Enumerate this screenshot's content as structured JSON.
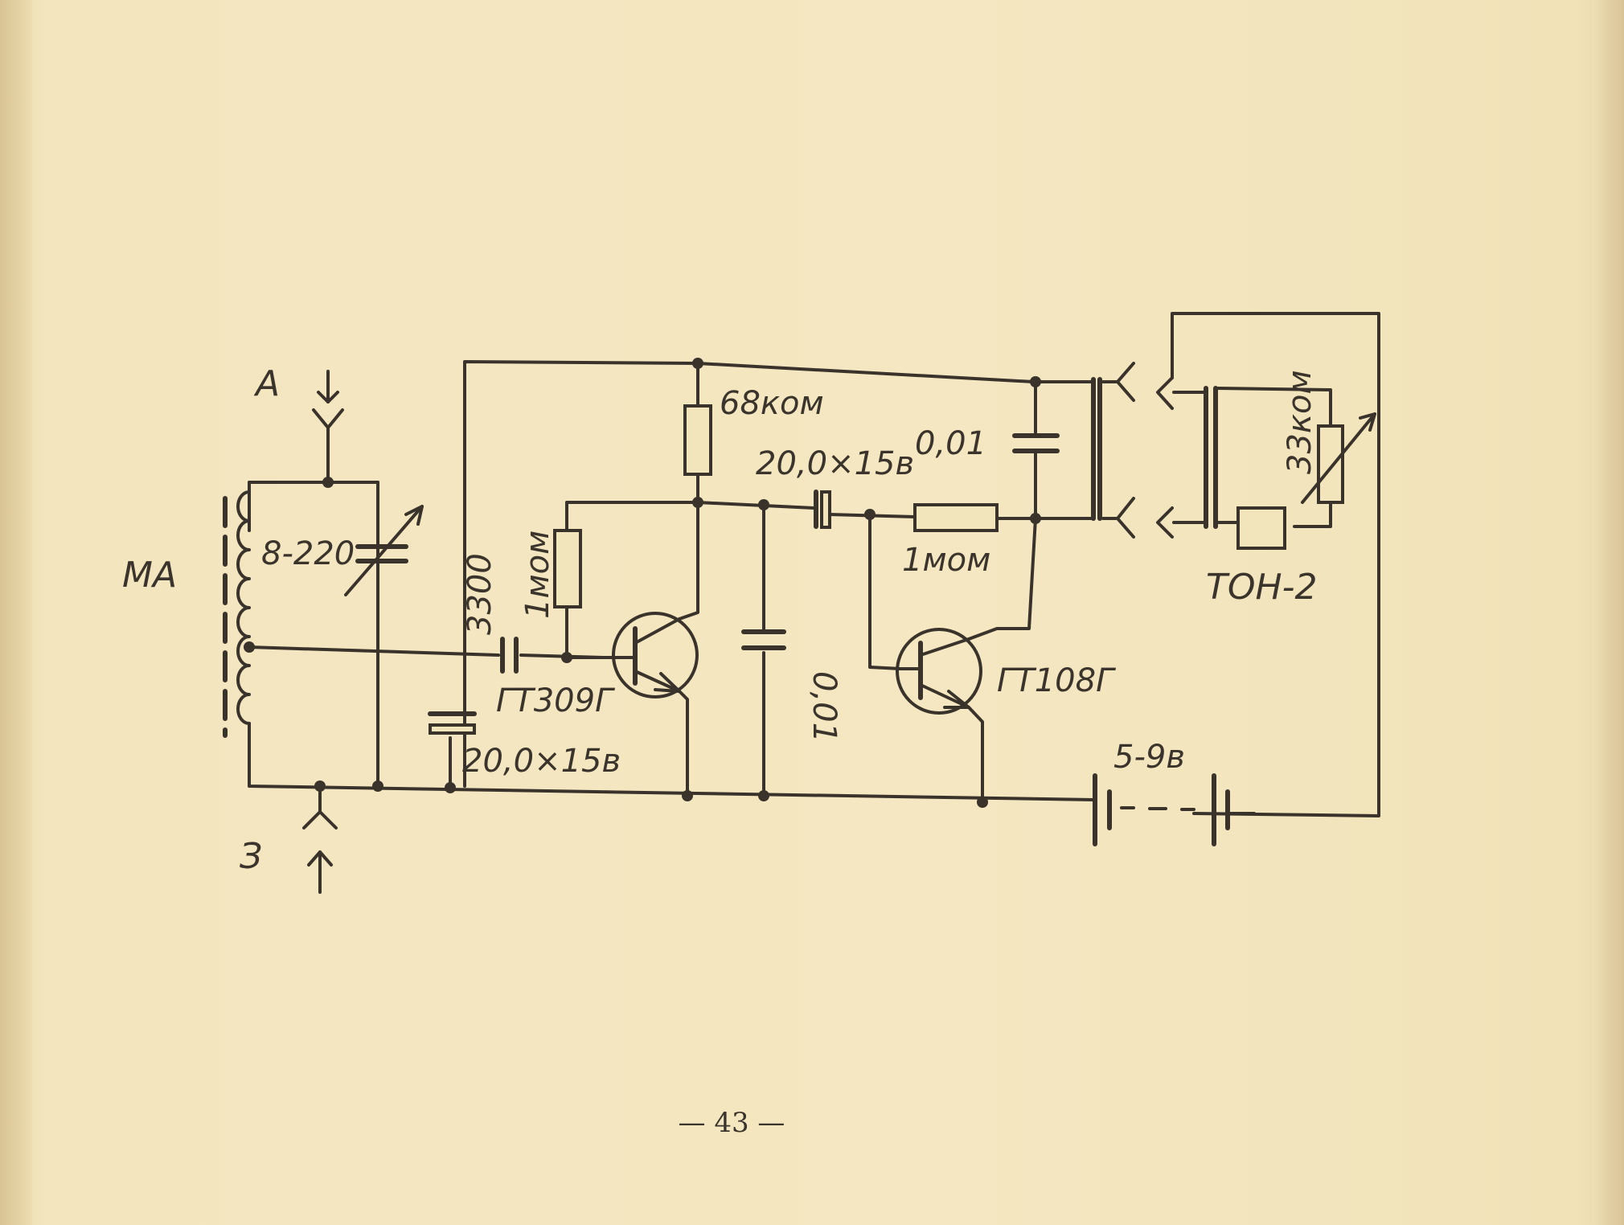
{
  "labels": {
    "antenna": "А",
    "ground": "З",
    "coil": "МА",
    "tuning_cap": "8-220",
    "cap_3300": "3300",
    "bias_res_1": "1мом",
    "transistor_1": "ГТ309Г",
    "cap_filter": "20,0×15в",
    "load_res": "68ком",
    "coupling_cap": "20,0×15в",
    "cap_001_mid": "0,01",
    "bias_res_2": "1мом",
    "cap_001_top": "0,01",
    "transistor_2": "ГТ108Г",
    "battery": "5-9в",
    "volume_res": "33ком",
    "headphones": "ТОН-2"
  },
  "page_number": "— 43 —",
  "colors": {
    "paper": "#f2e4bb",
    "ink": "#3a332b"
  }
}
